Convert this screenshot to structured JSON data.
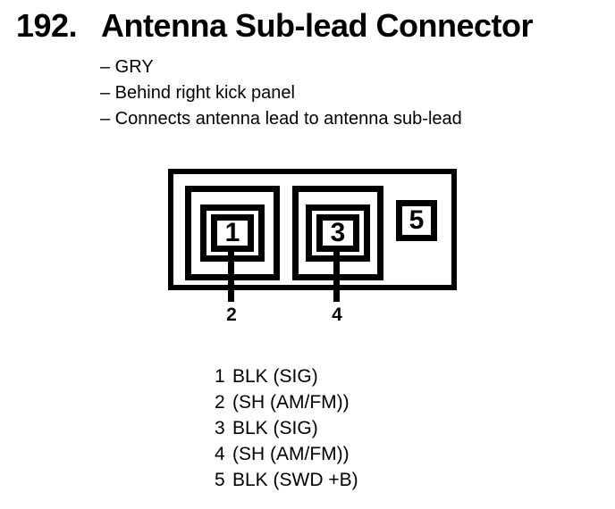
{
  "colors": {
    "ink": "#000000",
    "paper": "#ffffff"
  },
  "header": {
    "number": "192.",
    "title": "Antenna Sub-lead Connector"
  },
  "notes": [
    "– GRY",
    "– Behind right kick panel",
    "– Connects antenna lead to antenna sub-lead"
  ],
  "connector": {
    "cavities": [
      {
        "pin": "1",
        "shielded": true,
        "lead_label": "2"
      },
      {
        "pin": "3",
        "shielded": true,
        "lead_label": "4"
      },
      {
        "pin": "5",
        "shielded": false
      }
    ]
  },
  "pin_list": [
    {
      "pin": "1",
      "description": "BLK (SIG)"
    },
    {
      "pin": "2",
      "description": "(SH (AM/FM))"
    },
    {
      "pin": "3",
      "description": "BLK (SIG)"
    },
    {
      "pin": "4",
      "description": "(SH (AM/FM))"
    },
    {
      "pin": "5",
      "description": "BLK (SWD +B)"
    }
  ]
}
